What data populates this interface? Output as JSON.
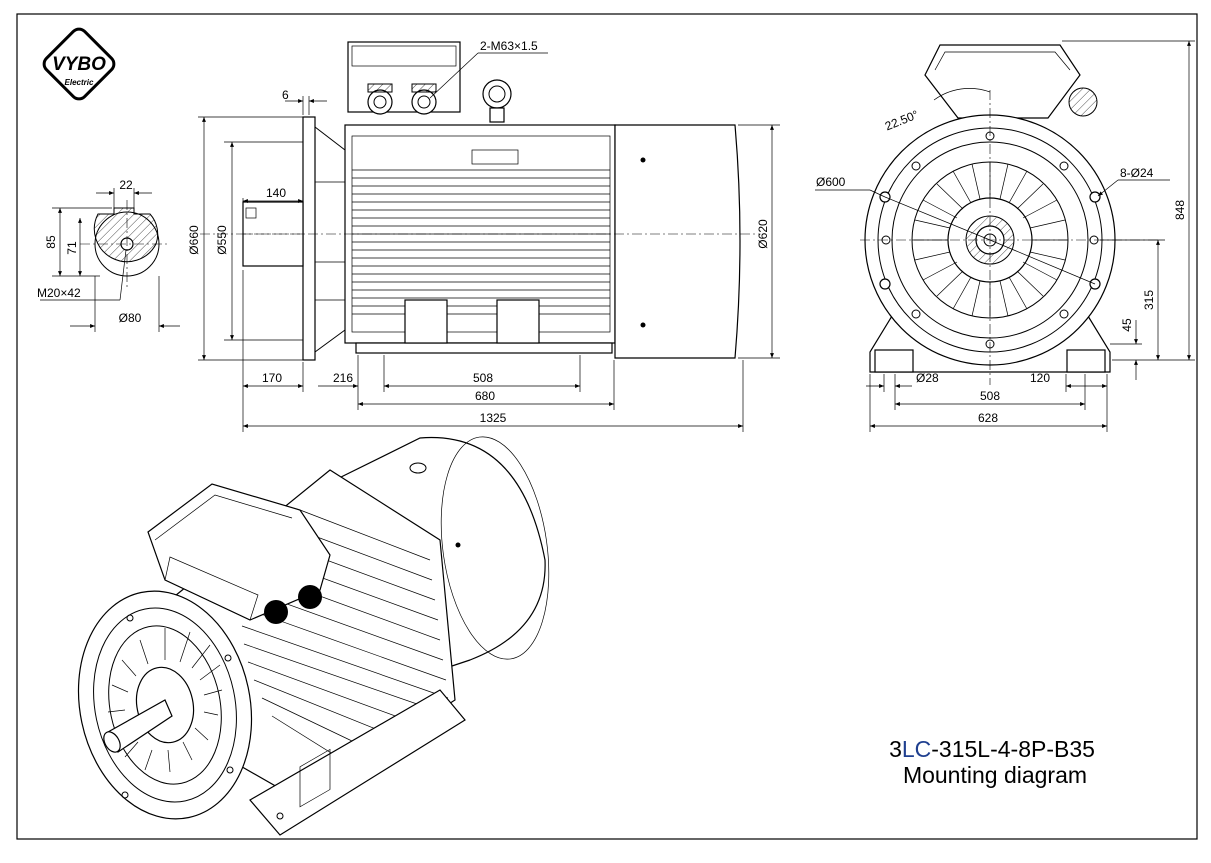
{
  "logo": {
    "brand": "VYBO",
    "sub": "Electric"
  },
  "title": {
    "line1_prefix": "3",
    "line1_accent": "LC",
    "line1_suffix": "-315L-4-8P-B35",
    "line2": "Mounting diagram"
  },
  "colors": {
    "accent": "#1f3f8f",
    "line": "#000000",
    "background": "#ffffff"
  },
  "shaft_section": {
    "key_width": "22",
    "height_85": "85",
    "height_71": "71",
    "thread": "M20×42",
    "diameter": "Ø80"
  },
  "side_view": {
    "cable_glands": "2-M63×1.5",
    "flange_thickness": "6",
    "shaft_length": "140",
    "flange_dia": "Ø660",
    "spigot_dia": "Ø550",
    "body_dia": "Ø620",
    "dim_170": "170",
    "dim_216": "216",
    "dim_508": "508",
    "dim_680": "680",
    "dim_1325": "1325"
  },
  "end_view": {
    "angle": "22.50°",
    "pcd": "Ø600",
    "holes": "8-Ø24",
    "height_848": "848",
    "height_315": "315",
    "foot_45": "45",
    "foot_hole": "Ø28",
    "foot_120": "120",
    "foot_508": "508",
    "foot_628": "628"
  }
}
